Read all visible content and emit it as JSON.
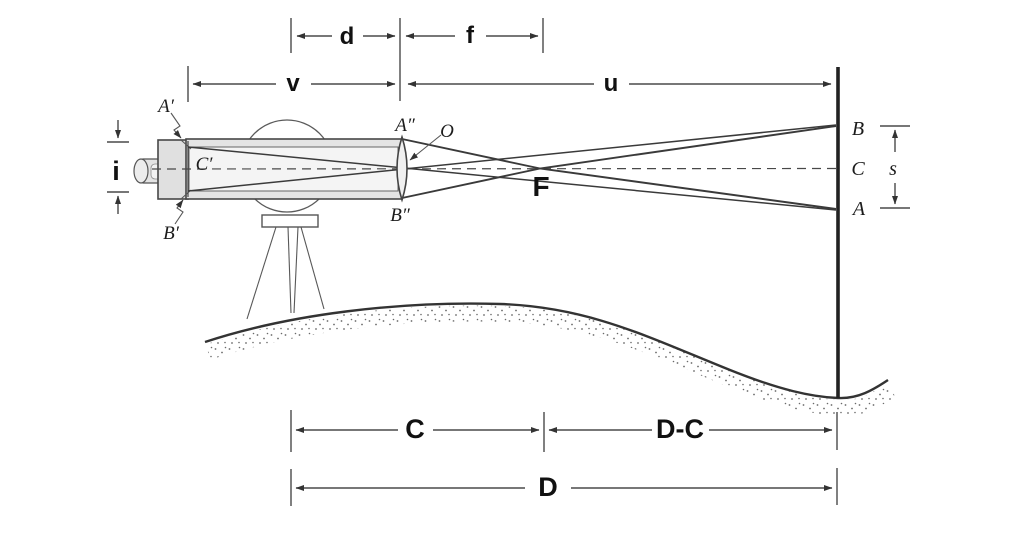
{
  "figure": {
    "type": "optical-surveying-diagram",
    "subject": "stadia tacheometry distance measurement principle",
    "colors": {
      "ink": "#3a3a3a",
      "dimension_lines": "#4a4a4a",
      "telescope_fill": "#e4e4e4",
      "telescope_inner": "#f4f4f4",
      "staff": "#222222",
      "background": "#ffffff"
    },
    "dimensions": {
      "d": "d",
      "f": "f",
      "v": "v",
      "u": "u",
      "i": "i",
      "s": "s",
      "c": "C",
      "d_minus_c": "D-C",
      "total_d": "D"
    },
    "points": {
      "a_prime": "A′",
      "b_prime": "B′",
      "c_prime": "C′",
      "a_double_prime": "A″",
      "b_double_prime": "B″",
      "optical_center": "O",
      "focal_point": "F",
      "staff_top": "B",
      "staff_center": "C",
      "staff_bottom": "A"
    }
  }
}
